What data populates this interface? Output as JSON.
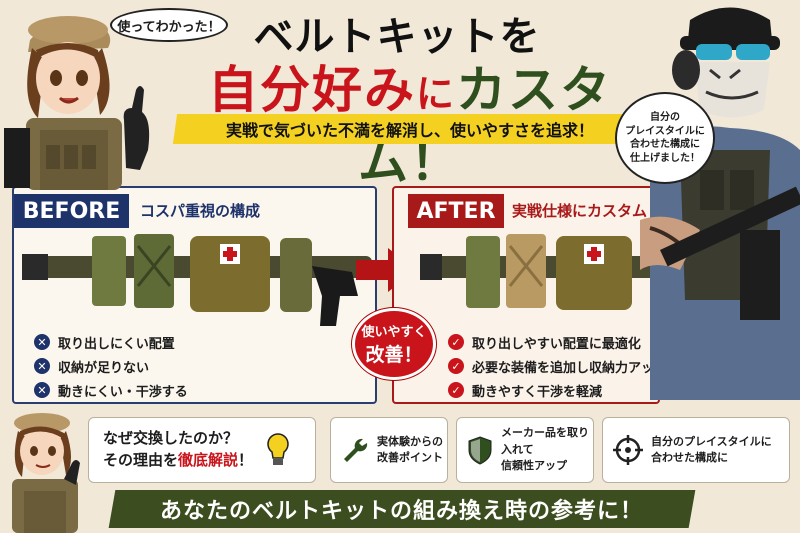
{
  "header": {
    "bubble": "使ってわかった！",
    "title_line1": "ベルトキットを",
    "title_line2_part1": "自分好み",
    "title_line2_part2": "に",
    "title_line2_part3": "カスタム！",
    "ribbon": "実戦で気づいた不満を解消し、使いやすさを追求！",
    "bubble_right": "自分の\nプレイスタイルに\n合わせた構成に\n仕上げました！"
  },
  "before": {
    "tag": "BEFORE",
    "subtitle": "コスパ重視の構成",
    "items": [
      "取り出しにくい配置",
      "収納が足りない",
      "動きにくい・干渉する"
    ]
  },
  "after": {
    "tag": "AFTER",
    "subtitle": "実戦仕様にカスタム",
    "items": [
      "取り出しやすい配置に最適化",
      "必要な装備を追加し収納力アップ",
      "動きやすく干渉を軽減"
    ]
  },
  "badge": {
    "line1": "使いやすく",
    "line2": "改善！"
  },
  "cards": {
    "c1_line1": "なぜ交換したのか？",
    "c1_line2_a": "その理由を",
    "c1_line2_b": "徹底解説",
    "c1_line2_c": "！",
    "c2": "実体験からの\n改善ポイント",
    "c3": "メーカー品を取り入れて\n信頼性アップ",
    "c4": "自分のプレイスタイルに\n合わせた構成に"
  },
  "footer": "あなたのベルトキットの組み換え時の参考に！",
  "icons": {
    "x": "x-circle-icon",
    "check": "check-circle-icon",
    "bulb": "lightbulb-icon",
    "wrench": "wrench-icon",
    "shield": "shield-icon",
    "target": "crosshair-icon"
  },
  "colors": {
    "navy": "#1f336b",
    "red": "#c8141a",
    "olive": "#3c4d1f",
    "yellow": "#f4d021"
  }
}
